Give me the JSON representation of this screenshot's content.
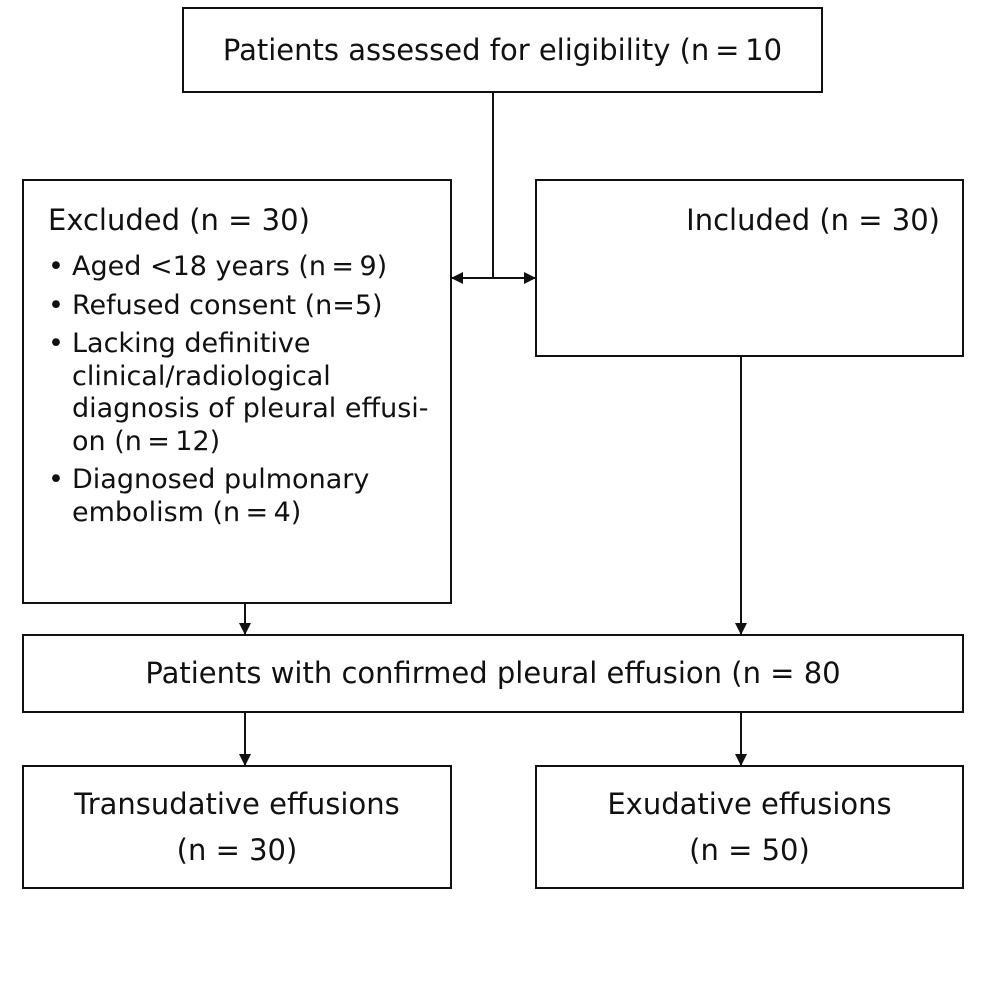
{
  "assessed": {
    "label": "Patients assessed for eligibility (n = 10"
  },
  "excluded": {
    "title": "Excluded (n = 30)",
    "items": [
      {
        "bullet": "•",
        "text": "Aged <18 years (n = 9)"
      },
      {
        "bullet": "•",
        "text": "Refused consent (n=5)"
      },
      {
        "bullet": "•",
        "text": "Lacking definitive clinical/radiological diagnosis of pleural effusi- on (n = 12)"
      },
      {
        "bullet": "•",
        "text": "Diagnosed pulmonary embolism (n = 4)"
      }
    ]
  },
  "included": {
    "title": "Included (n = 30)"
  },
  "confirmed": {
    "label": "Patients with confirmed pleural effusion (n = 80"
  },
  "transudative": {
    "line1": "Transudative effusions",
    "line2": "(n = 30)"
  },
  "exudative": {
    "line1": "Exudative effusions",
    "line2": "(n = 50)"
  }
}
